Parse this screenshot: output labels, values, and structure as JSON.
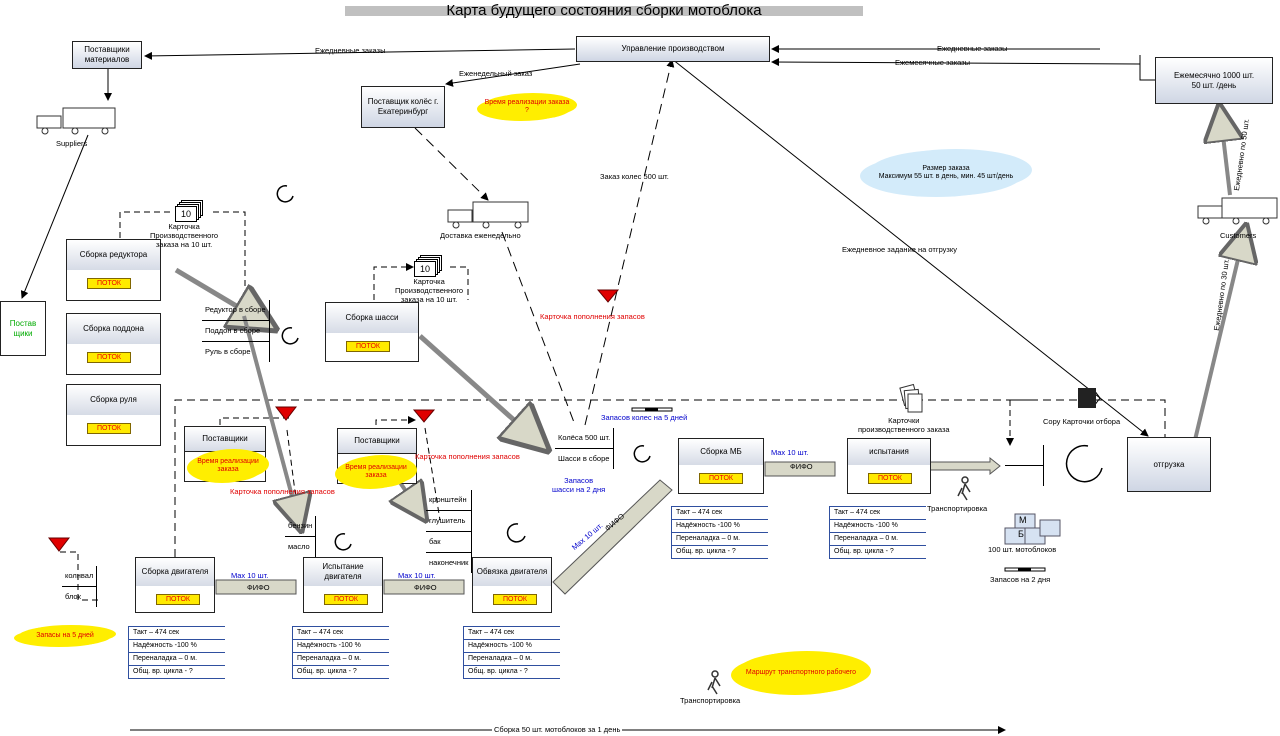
{
  "title": "Карта будущего состояния  сборки мотоблока",
  "nodes": {
    "suppliers_materials": "Поставщики материалов",
    "production_control": "Управление производством",
    "monthly_customer": "Ежемесячно 1000 шт.\n50 шт. /день",
    "wheel_supplier": "Поставщик колёс г. Екатеринбург",
    "suppliers_green": "Постав щики",
    "suppliers_1": "Поставщики",
    "suppliers_2": "Поставщики"
  },
  "processes": {
    "reducer": "Сборка редуктора",
    "pallet": "Сборка поддона",
    "steering": "Сборка руля",
    "chassis": "Сборка шасси",
    "engine_assembly": "Сборка двигателя",
    "engine_test": "Испытание двигателя",
    "engine_dress": "Обвязка двигателя",
    "mb_assembly": "Сборка МБ",
    "testing": "испытания",
    "shipping": "отгрузка",
    "flow_label": "ПОТОК"
  },
  "labels": {
    "daily_orders_left": "Ежедневные заказы",
    "daily_orders_right": "Ежедневные заказы",
    "monthly_orders": "Ежемесячные заказы",
    "weekly_order": "Еженедельный заказ",
    "suppliers_truck": "Suppliers",
    "customers_truck": "Customers",
    "weekly_delivery": "Доставка еженедельно",
    "wheel_order": "Заказ колес 500 шт.",
    "daily_shipping_task": "Ежедневное задание на отгрузку",
    "daily_30": "Ежедневно по 30 шт.",
    "daily_50": "Ежедневно по 50 шт.",
    "kanban_card_reducer": "Карточка\nПроизводственного\nзаказа на 10 шт.",
    "kanban_card_chassis": "Карточка\nПроизводственного\nзаказа на 10 шт.",
    "kanban_qty": "10",
    "replenish_card_main": "Карточка пополнения запасов",
    "replenish_card_1": "Карточка пополнения запасов",
    "replenish_card_2": "Карточка пополнения запасов",
    "wheel_stock": "Запасов колес на 5 дней",
    "chassis_stock": "Запасов\nшасси на 2 дня",
    "production_cards": "Карточки\nпроизводственного заказа",
    "pick_cards": "Сору Карточки отбора",
    "max10_1": "Max 10 шт.",
    "max10_2": "Max 10 шт.",
    "max10_3": "Max 10 шт.",
    "max10_4": "Max 10 шт.",
    "fifo_1": "ФИФО",
    "fifo_2": "ФИФО",
    "fifo_3": "ФИФО",
    "fifo_4": "ФИФО",
    "transport_1": "Транспортировка",
    "transport_2": "Транспортировка",
    "finished_goods": "100 шт. мотоблоков",
    "stock_2days": "Запасов на 2 дня",
    "assembly_rate": "Сборка 50 шт. мотоблоков за 1 день",
    "mb_letters_m": "М",
    "mb_letters_b": "Б"
  },
  "clouds": {
    "lead_time_wheels": "Время реализации заказа ?",
    "lead_time_1": "Время реализации заказа",
    "lead_time_2": "Время реализации заказа",
    "stock_5days": "Запасы на 5 дней",
    "transport_route": "Маршрут транспортного рабочего",
    "order_size": "Размер заказа\nМаксимум 55 шт. в день, мин. 45 шт/день"
  },
  "inventory": {
    "reducer_side": [
      "Редуктор в сборе",
      "Поддон в сборе",
      "Руль в сборе"
    ],
    "chassis_side": [
      "Колёса 500 шт.",
      "Шасси в  сборе"
    ],
    "supplier1_items": [
      "бензин",
      "масло"
    ],
    "supplier2_items": [
      "кронштейн",
      "глушитель",
      "бак",
      "наконечник"
    ],
    "engine_items": [
      "колнвал",
      "блок"
    ]
  },
  "data_boxes": {
    "engine_assembly": [
      "Такт – 474 сек",
      "Надёжность -100 %",
      "Переналадка – 0 м.",
      "Общ. вр. цикла - ?"
    ],
    "engine_test": [
      "Такт – 474 сек",
      "Надёжность -100 %",
      "Переналадка – 0 м.",
      "Общ. вр. цикла - ?"
    ],
    "engine_dress": [
      "Такт – 474 сек",
      "Надёжность -100 %",
      "Переналадка – 0 м.",
      "Общ. вр. цикла - ?"
    ],
    "mb_assembly": [
      "Такт – 474 сек",
      "Надёжность -100 %",
      "Переналадка – 0 м.",
      "Общ. вр. цикла - ?"
    ],
    "testing": [
      "Такт – 474 сек",
      "Надёжность -100 %",
      "Переналадка – 0 м.",
      "Общ. вр. цикла - ?"
    ]
  },
  "colors": {
    "flow_yellow": "#ffea00",
    "cloud_yellow": "#ffee00",
    "signal_red": "#e00000",
    "box_gradient": "#cfd6e4",
    "data_border": "#2f4f9f"
  }
}
